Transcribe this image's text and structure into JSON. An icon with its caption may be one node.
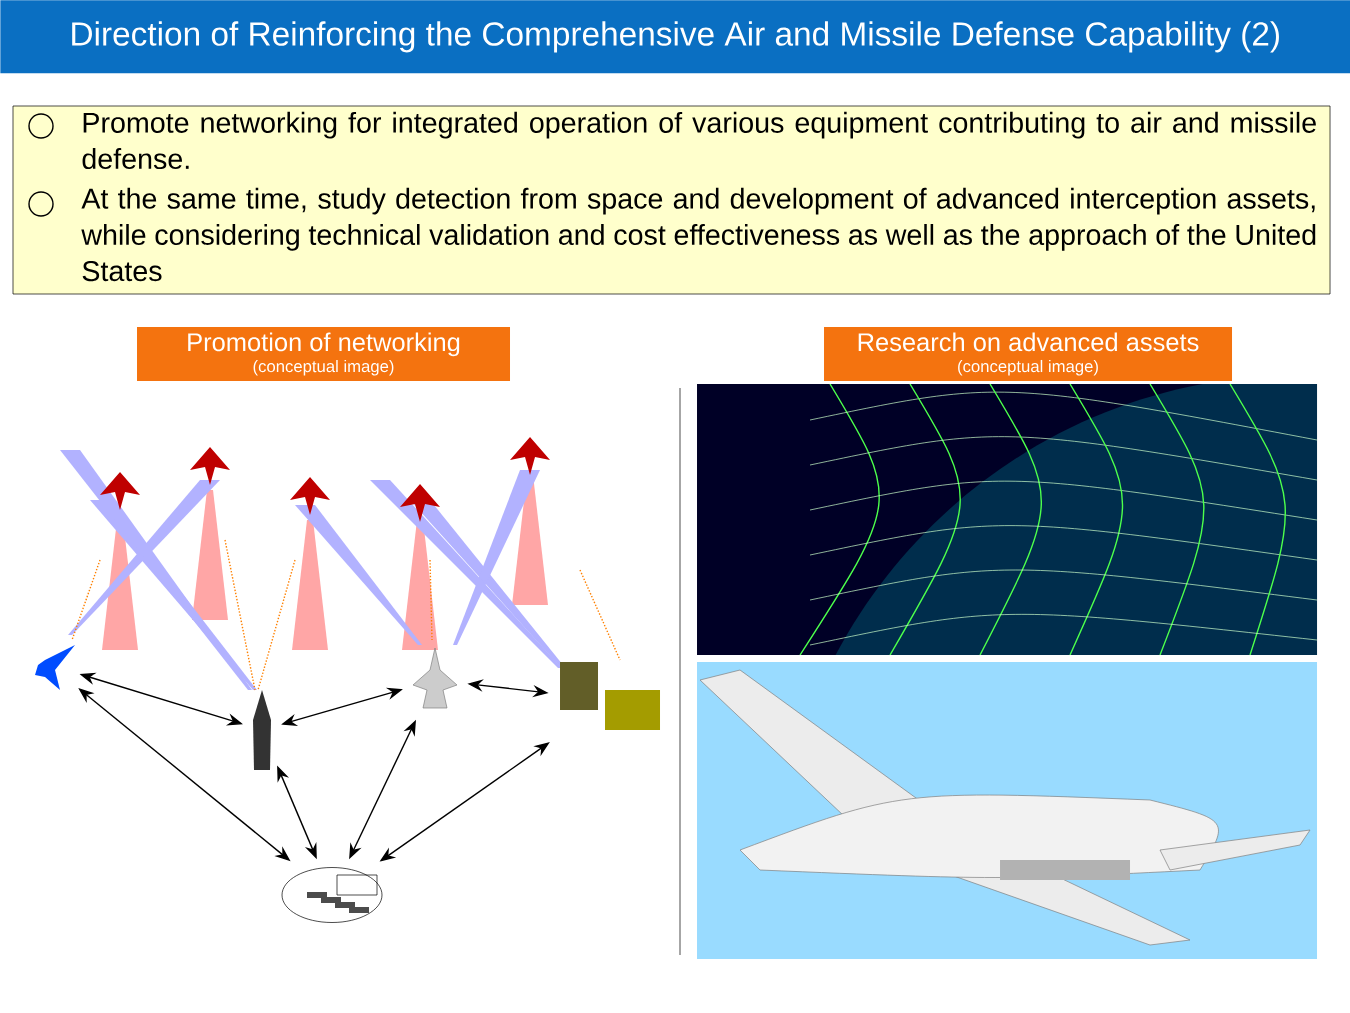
{
  "diagram": {
    "title": "Direction of Reinforcing the Comprehensive Air and Missile Defense Capability (2)",
    "nodes": [
      {
        "text": [
          "Promote networking for integrated operation of various equipment contributing to air and missile defense.",
          "At the same time, study detection from space and development of advanced interception assets, while considering technical validation and cost effectiveness as well as the approach of the United States"
        ]
      },
      {
        "text": [
          "Promotion of networking",
          "(conceptual image)"
        ]
      },
      {
        "text": [
          "Research on advanced assets",
          "(conceptual image)"
        ]
      },
      {
        "text": [],
        "shape": "picture"
      },
      {
        "text": [],
        "shape": "picture"
      },
      {
        "text": [],
        "shape": "picture"
      },
      {
        "text": [],
        "shape": "picture"
      },
      {
        "text": [],
        "shape": "picture"
      }
    ],
    "edges": [
      {
        "from": 3,
        "to": 4,
        "arrow": "both"
      },
      {
        "from": 3,
        "to": 7,
        "arrow": "both"
      },
      {
        "from": 4,
        "to": 5,
        "arrow": "both"
      },
      {
        "from": 4,
        "to": 7,
        "arrow": "both"
      },
      {
        "from": 5,
        "to": 6,
        "arrow": "both"
      },
      {
        "from": 5,
        "to": 7,
        "arrow": "both"
      },
      {
        "from": 6,
        "to": 7,
        "arrow": "both"
      }
    ]
  }
}
